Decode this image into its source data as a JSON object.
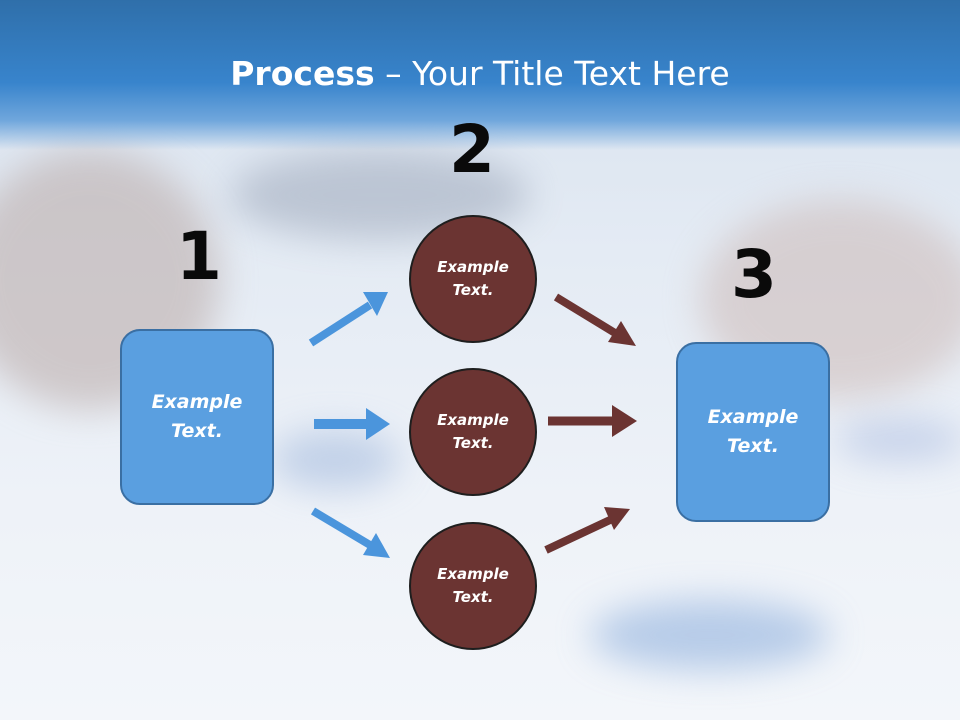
{
  "title": {
    "bold": "Process",
    "rest": " – Your Title Text Here"
  },
  "steps": {
    "one": "1",
    "two": "2",
    "three": "3"
  },
  "nodes": {
    "left_box": {
      "line1": "Example",
      "line2": "Text."
    },
    "circle_top": {
      "line1": "Example",
      "line2": "Text."
    },
    "circle_mid": {
      "line1": "Example",
      "line2": "Text."
    },
    "circle_bottom": {
      "line1": "Example",
      "line2": "Text."
    },
    "right_box": {
      "line1": "Example",
      "line2": "Text."
    }
  },
  "colors": {
    "box_fill": "#5a9fe0",
    "circle_fill": "#6b3432",
    "blue_arrow": "#4b95dc",
    "dark_arrow": "#6b3432",
    "title_band": "#3884cc"
  }
}
